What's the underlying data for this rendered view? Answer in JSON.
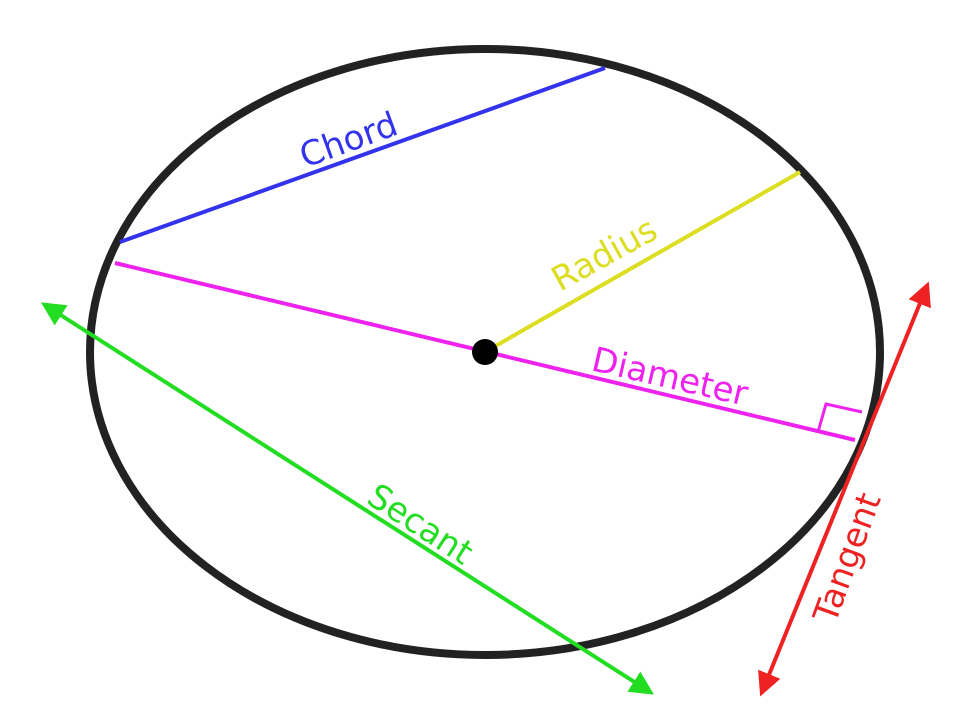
{
  "labels": {
    "chord": "Chord",
    "radius": "Radius",
    "diameter": "Diameter",
    "secant": "Secant",
    "tangent": "Tangent"
  },
  "colors": {
    "circle": "#222222",
    "chord": "#3333ee",
    "radius": "#dddd22",
    "diameter": "#ee22ee",
    "secant": "#22dd22",
    "tangent": "#ee2222",
    "center": "#000000",
    "background": "#ffffff"
  }
}
